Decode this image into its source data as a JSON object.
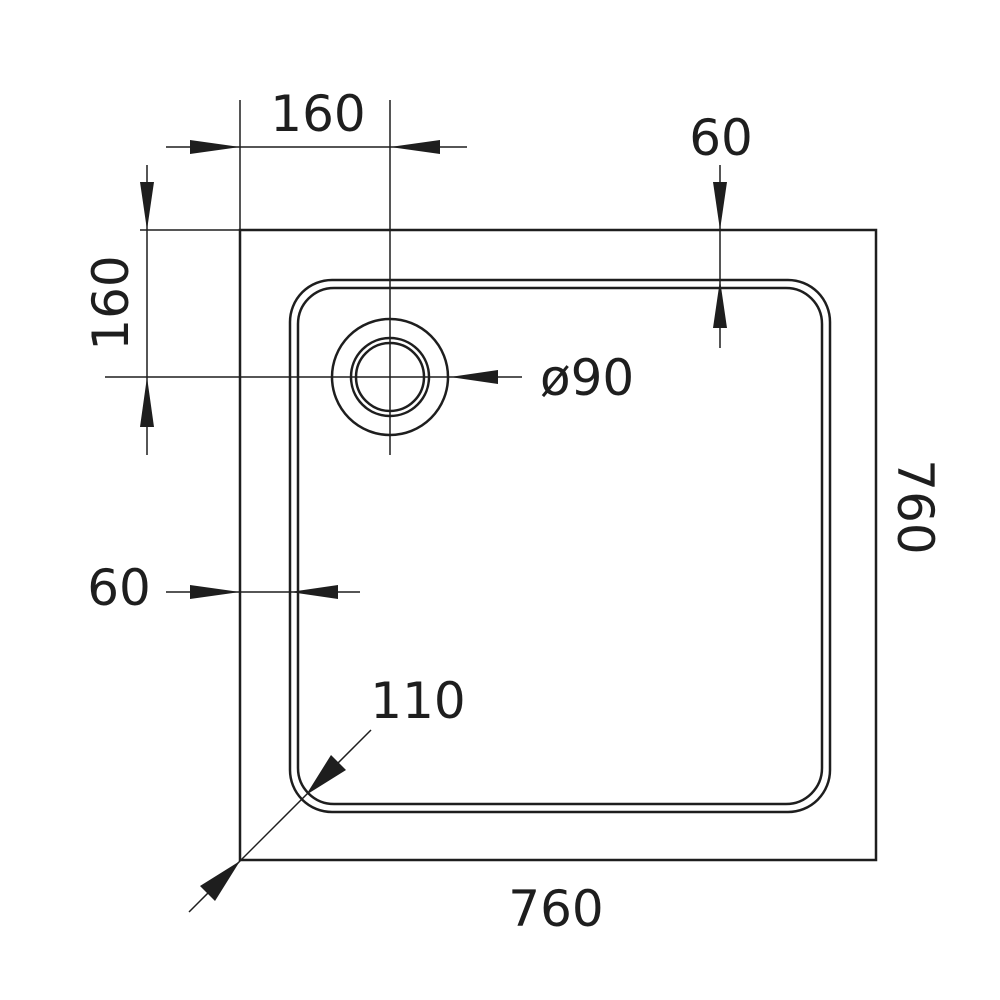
{
  "drawing": {
    "dimensions": {
      "waste_offset_x": "160",
      "waste_offset_y": "160",
      "rim_top": "60",
      "rim_left": "60",
      "waste_diameter": "ø90",
      "corner_radius": "110",
      "width": "760",
      "depth": "760"
    },
    "colors": {
      "line": "#1e1e1e",
      "background": "#ffffff"
    }
  }
}
